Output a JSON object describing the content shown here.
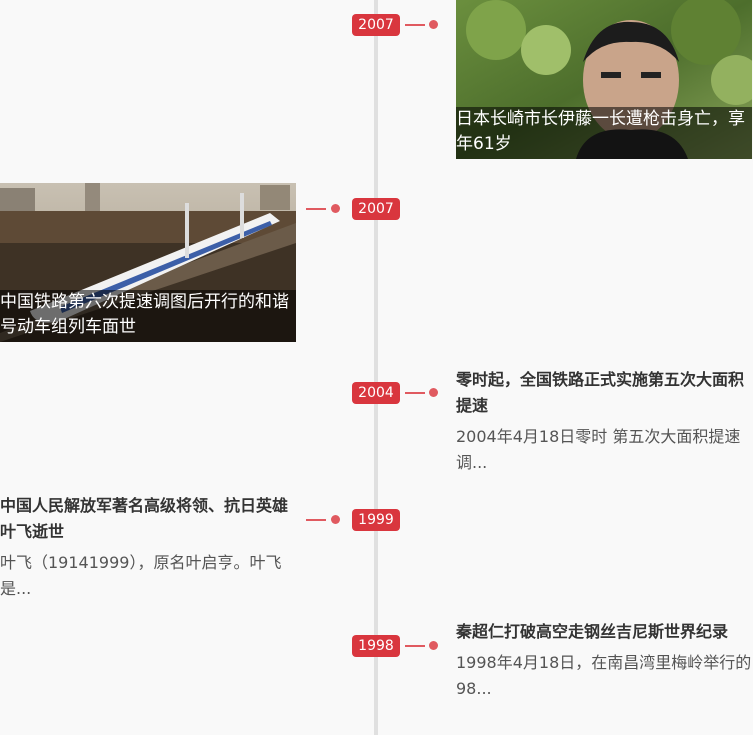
{
  "timeline": {
    "events": [
      {
        "year": "2007",
        "caption": "日本长崎市长伊藤一长遭枪击身亡，享年61岁",
        "image_subject": "portrait photo of an older man outdoors in front of green trees"
      },
      {
        "year": "2007",
        "caption": "中国铁路第六次提速调图后开行的和谐号动车组列车面世",
        "image_subject": "white high-speed train on a railway bridge"
      },
      {
        "year": "2004",
        "title": "零时起，全国铁路正式实施第五次大面积提速",
        "summary": "2004年4月18日零时 第五次大面积提速调..."
      },
      {
        "year": "1999",
        "title": "中国人民解放军著名高级将领、抗日英雄叶飞逝世",
        "summary": "叶飞（19141999），原名叶启亨。叶飞是..."
      },
      {
        "year": "1998",
        "title": "秦超仁打破高空走钢丝吉尼斯世界纪录",
        "summary": "1998年4月18日，在南昌湾里梅岭举行的98..."
      }
    ]
  },
  "colors": {
    "accent": "#d9363e",
    "axis": "#e0e0e0",
    "background": "#f9f9f9"
  }
}
